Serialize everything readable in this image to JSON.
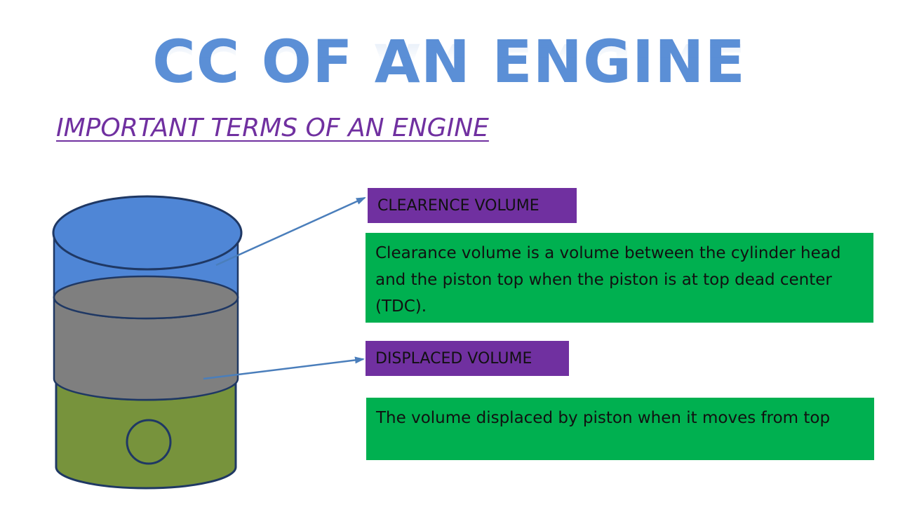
{
  "title": "CC OF AN ENGINE",
  "subtitle": "IMPORTANT TERMS OF AN ENGINE",
  "terms": [
    {
      "label": "CLEARENCE VOLUME",
      "description": "Clearance volume is a volume between the cylinder head and the piston top when the piston is at top dead center (TDC)."
    },
    {
      "label": "DISPLACED VOLUME",
      "description": "The volume displaced by piston when it moves from top"
    }
  ],
  "colors": {
    "title": "#5b8fd6",
    "subtitle": "#7030a0",
    "label_bg": "#7030a0",
    "description_bg": "#00b050",
    "cylinder_top": "#4f86d6",
    "cylinder_middle": "#7f7f7f",
    "cylinder_bottom": "#77933c",
    "outline": "#1f3864",
    "arrow": "#4a7ebb"
  }
}
